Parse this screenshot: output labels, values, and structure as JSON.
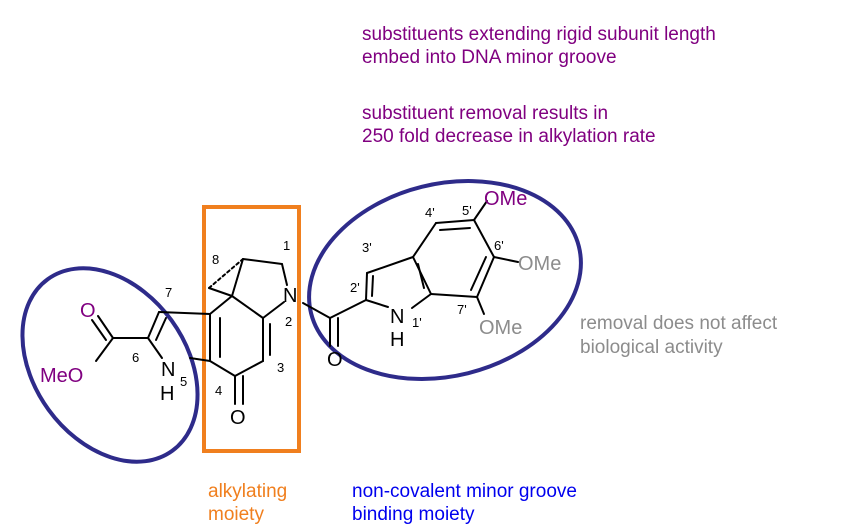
{
  "colors": {
    "purple": "#800080",
    "gray": "#8c8c8c",
    "orange": "#f07f1e",
    "navy": "#2e2b8a",
    "blue": "#0000ee",
    "black": "#000000"
  },
  "annotations": {
    "rigid_line1": "substituents extending rigid subunit length",
    "rigid_line2": "embed into DNA minor groove",
    "removal_line1": "substituent removal results in",
    "removal_line2": "250 fold decrease in alkylation rate",
    "noaffect_line1": "removal does not affect",
    "noaffect_line2": "biological activity",
    "alkylating_line1": "alkylating",
    "alkylating_line2": "moiety",
    "binding_line1": "non-covalent minor groove",
    "binding_line2": "binding moiety"
  },
  "atoms": {
    "ome_top": "OMe",
    "ome_mid": "OMe",
    "ome_low": "OMe",
    "n_ring": "N",
    "n_indole": "N",
    "h_indole": "H",
    "o_amide": "O",
    "o_ketone": "O",
    "o_ester_carbonyl": "O",
    "meo": "MeO",
    "n_pyrrole": "N",
    "h_pyrrole": "H"
  },
  "numbers": {
    "n1": "1",
    "n2": "2",
    "n3": "3",
    "n4": "4",
    "n5": "5",
    "n6": "6",
    "n7": "7",
    "n8": "8",
    "n2p": "2'",
    "n3p": "3'",
    "n4p": "4'",
    "n5p": "5'",
    "n6p": "6'",
    "n7p": "7'",
    "n1p": "1'"
  }
}
